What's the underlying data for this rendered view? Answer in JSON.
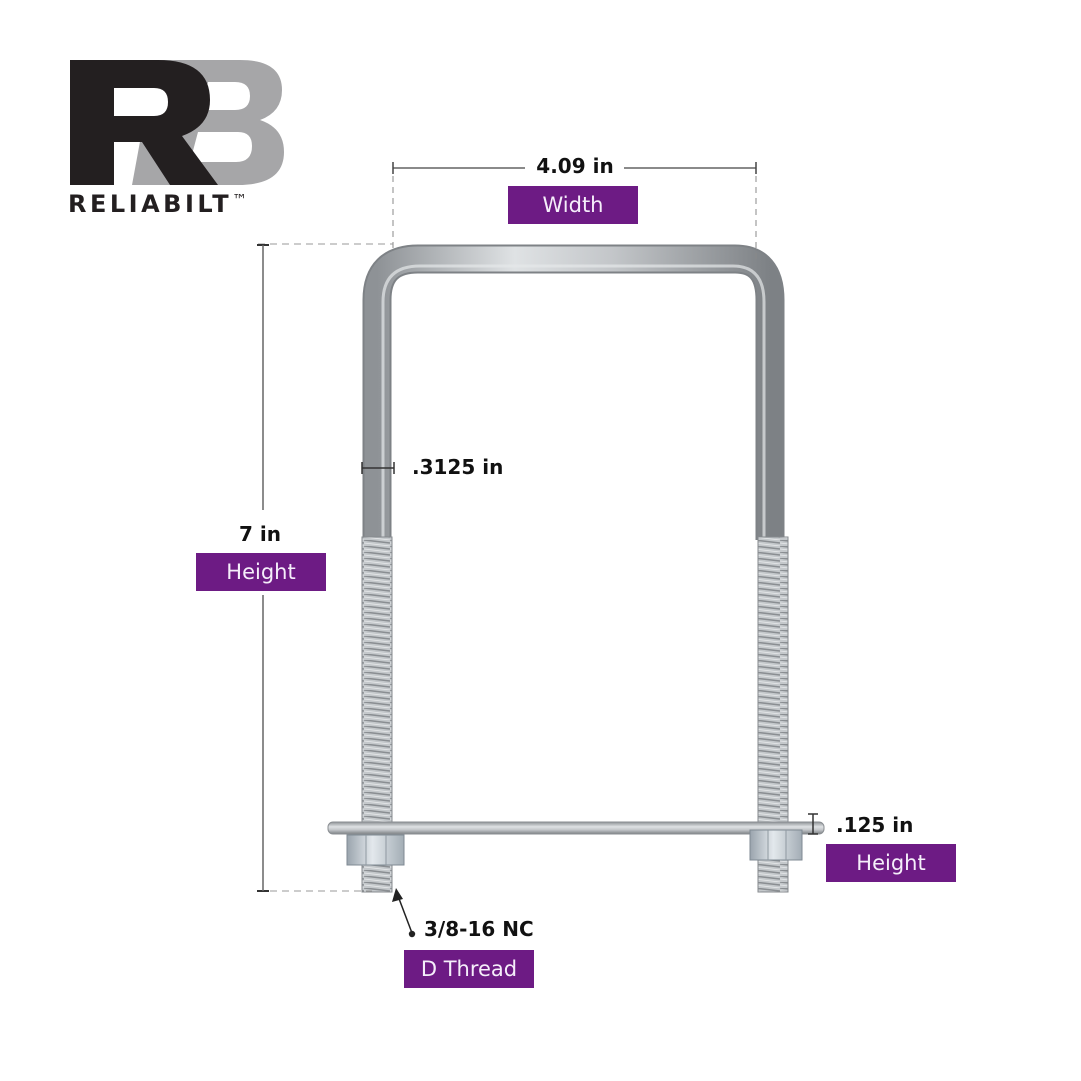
{
  "brand": {
    "logo_letters": [
      "R",
      "B"
    ],
    "name": "RELIABILT",
    "trademark": "™",
    "colors": {
      "r_letter": "#231f20",
      "b_letter": "#a6a6a8"
    }
  },
  "dimensions": {
    "width": {
      "value": "4.09 in",
      "label": "Width"
    },
    "height": {
      "value": "7 in",
      "label": "Height"
    },
    "rod_diameter": {
      "value": ".3125 in"
    },
    "plate_thickness": {
      "value": ".125 in",
      "label": "Height"
    },
    "thread": {
      "value": "3/8-16 NC",
      "label": "D Thread"
    }
  },
  "product": {
    "type": "square-u-bolt",
    "finish_color": "#b9bcbf"
  },
  "theme": {
    "label_bg": "#6d1b84",
    "label_text": "#f5eefa",
    "dimension_line": "#555555"
  }
}
